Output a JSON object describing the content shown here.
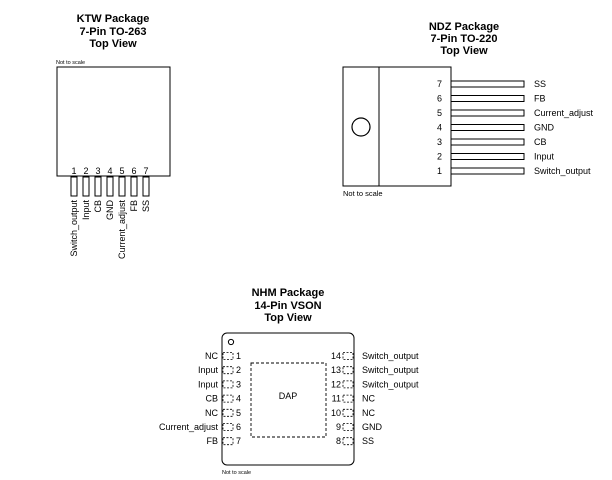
{
  "ktw": {
    "title": [
      "KTW Package",
      "7-Pin TO-263",
      "Top View"
    ],
    "note": "Not to scale",
    "pins": [
      {
        "num": "1",
        "name": "Switch_output"
      },
      {
        "num": "2",
        "name": "Input"
      },
      {
        "num": "3",
        "name": "CB"
      },
      {
        "num": "4",
        "name": "GND"
      },
      {
        "num": "5",
        "name": "Current_adjust"
      },
      {
        "num": "6",
        "name": "FB"
      },
      {
        "num": "7",
        "name": "SS"
      }
    ]
  },
  "ndz": {
    "title": [
      "NDZ Package",
      "7-Pin TO-220",
      "Top View"
    ],
    "note": "Not to scale",
    "pins": [
      {
        "num": "7",
        "name": "SS"
      },
      {
        "num": "6",
        "name": "FB"
      },
      {
        "num": "5",
        "name": "Current_adjust"
      },
      {
        "num": "4",
        "name": "GND"
      },
      {
        "num": "3",
        "name": "CB"
      },
      {
        "num": "2",
        "name": "Input"
      },
      {
        "num": "1",
        "name": "Switch_output"
      }
    ]
  },
  "nhm": {
    "title": [
      "NHM Package",
      "14-Pin VSON",
      "Top View"
    ],
    "note": "Not to scale",
    "pad_label": "DAP",
    "left_pins": [
      {
        "num": "1",
        "name": "NC"
      },
      {
        "num": "2",
        "name": "Input"
      },
      {
        "num": "3",
        "name": "Input"
      },
      {
        "num": "4",
        "name": "CB"
      },
      {
        "num": "5",
        "name": "NC"
      },
      {
        "num": "6",
        "name": "Current_adjust"
      },
      {
        "num": "7",
        "name": "FB"
      }
    ],
    "right_pins": [
      {
        "num": "14",
        "name": "Switch_output"
      },
      {
        "num": "13",
        "name": "Switch_output"
      },
      {
        "num": "12",
        "name": "Switch_output"
      },
      {
        "num": "11",
        "name": "NC"
      },
      {
        "num": "10",
        "name": "NC"
      },
      {
        "num": "9",
        "name": "GND"
      },
      {
        "num": "8",
        "name": "SS"
      }
    ]
  }
}
